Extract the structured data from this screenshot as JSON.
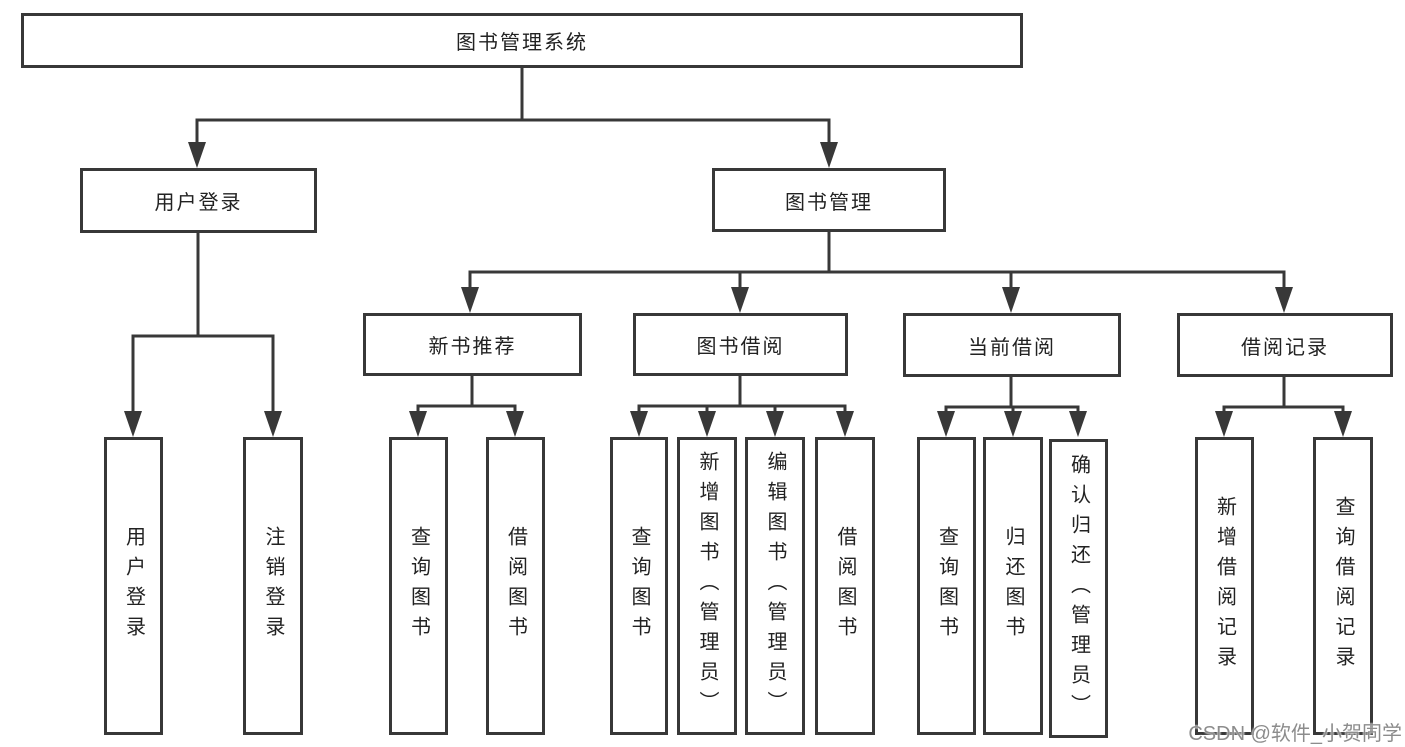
{
  "colors": {
    "line": "#383838",
    "box_border": "#383838",
    "text": "#222222",
    "background": "#ffffff",
    "watermark": "#8c8c8c"
  },
  "tree": {
    "root": {
      "label": "图书管理系统"
    },
    "branches": [
      {
        "label": "用户登录",
        "children": [
          {
            "label": "用户登录"
          },
          {
            "label": "注销登录"
          }
        ]
      },
      {
        "label": "图书管理",
        "children": [
          {
            "label": "新书推荐",
            "children": [
              {
                "label": "查询图书"
              },
              {
                "label": "借阅图书"
              }
            ]
          },
          {
            "label": "图书借阅",
            "children": [
              {
                "label": "查询图书"
              },
              {
                "label": "新增图书（管理员）"
              },
              {
                "label": "编辑图书（管理员）"
              },
              {
                "label": "借阅图书"
              }
            ]
          },
          {
            "label": "当前借阅",
            "children": [
              {
                "label": "查询图书"
              },
              {
                "label": "归还图书"
              },
              {
                "label": "确认归还（管理员）"
              }
            ]
          },
          {
            "label": "借阅记录",
            "children": [
              {
                "label": "新增借阅记录"
              },
              {
                "label": "查询借阅记录"
              }
            ]
          }
        ]
      }
    ]
  },
  "watermark": {
    "text": "CSDN @软件_小贺同学"
  }
}
